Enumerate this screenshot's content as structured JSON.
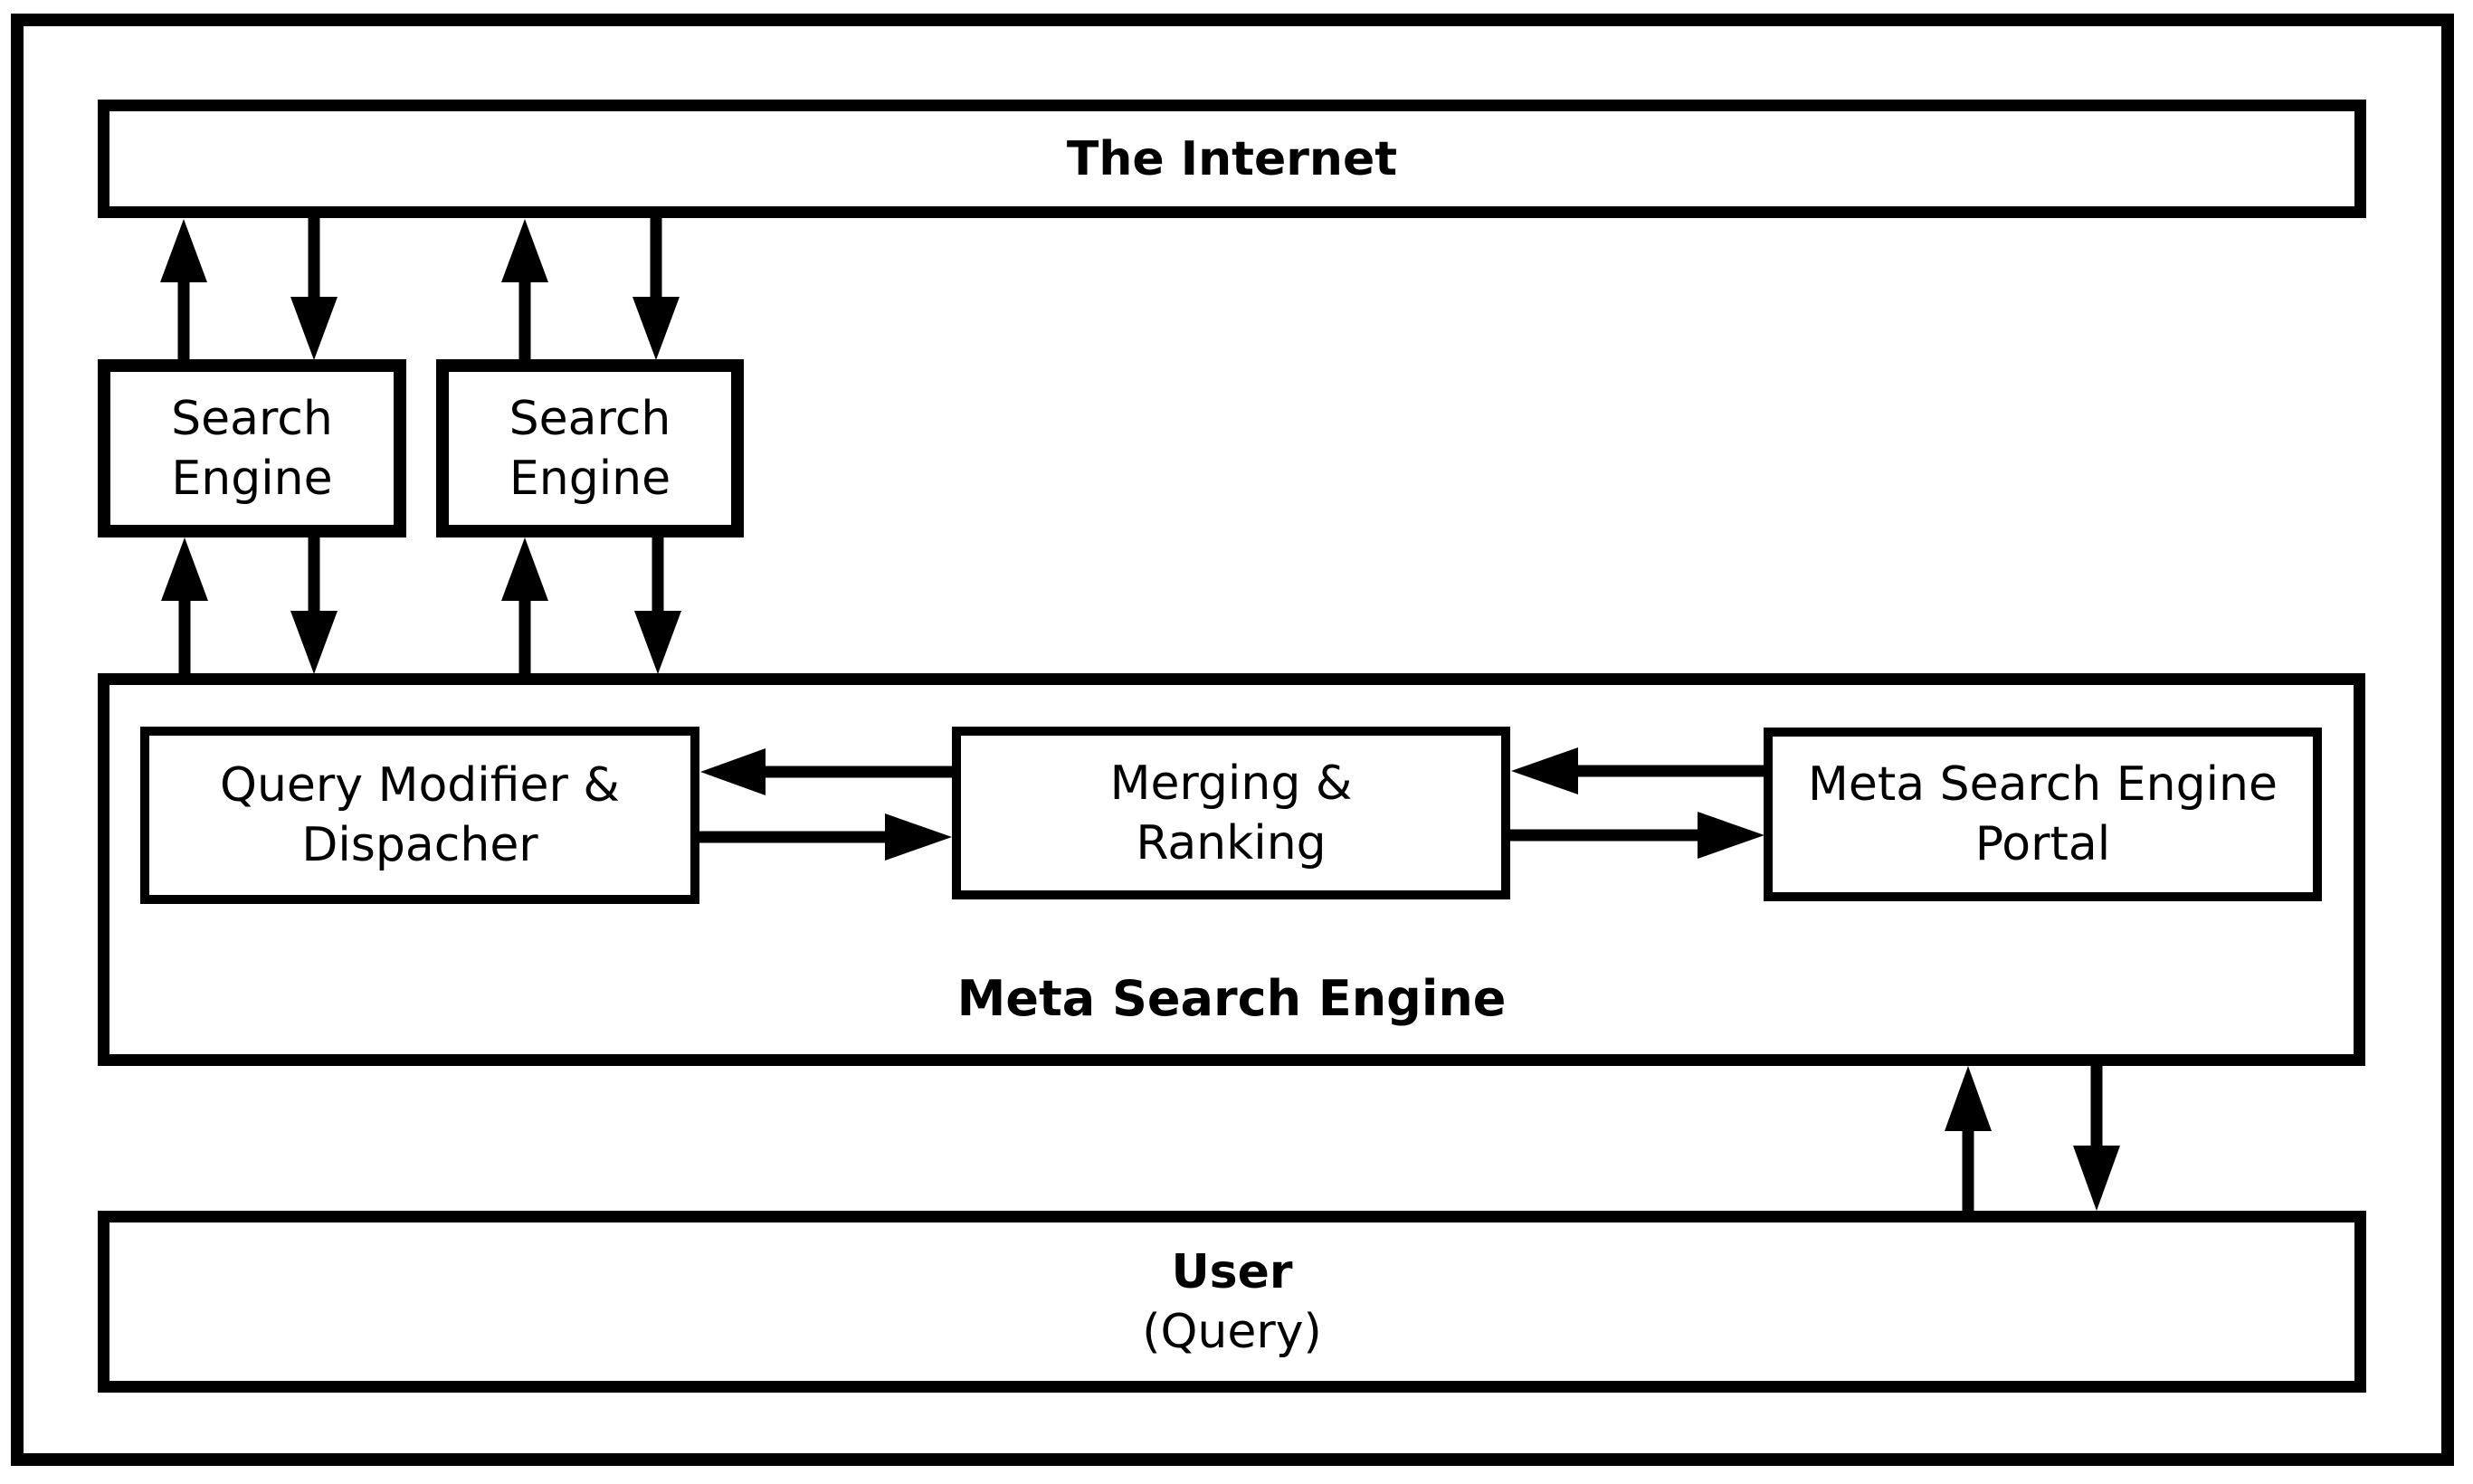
{
  "nodes": {
    "internet": {
      "label": "The Internet"
    },
    "search_engine_left": {
      "line1": "Search",
      "line2": "Engine"
    },
    "search_engine_right": {
      "line1": "Search",
      "line2": "Engine"
    },
    "query_modifier": {
      "line1": "Query Modifier &",
      "line2": "Dispacher"
    },
    "merging_ranking": {
      "line1": "Merging &",
      "line2": "Ranking"
    },
    "portal": {
      "line1": "Meta Search Engine",
      "line2": "Portal"
    },
    "meta_container": {
      "label": "Meta Search Engine"
    },
    "user": {
      "line1": "User",
      "line2": "(Query)"
    }
  },
  "edges": [
    {
      "from": "search-engine-left",
      "to": "internet",
      "style": "arrow-up"
    },
    {
      "from": "internet",
      "to": "search-engine-left",
      "style": "arrow-down"
    },
    {
      "from": "search-engine-right",
      "to": "internet",
      "style": "arrow-up"
    },
    {
      "from": "internet",
      "to": "search-engine-right",
      "style": "arrow-down"
    },
    {
      "from": "meta-search-engine",
      "to": "search-engine-left",
      "style": "arrow-up"
    },
    {
      "from": "search-engine-left",
      "to": "meta-search-engine",
      "style": "arrow-down"
    },
    {
      "from": "meta-search-engine",
      "to": "search-engine-right",
      "style": "arrow-up"
    },
    {
      "from": "search-engine-right",
      "to": "meta-search-engine",
      "style": "arrow-down"
    },
    {
      "from": "merging-ranking",
      "to": "query-modifier",
      "style": "arrow-left"
    },
    {
      "from": "query-modifier",
      "to": "merging-ranking",
      "style": "arrow-right"
    },
    {
      "from": "meta-search-engine-portal",
      "to": "merging-ranking",
      "style": "arrow-left"
    },
    {
      "from": "merging-ranking",
      "to": "meta-search-engine-portal",
      "style": "arrow-right"
    },
    {
      "from": "user",
      "to": "meta-search-engine",
      "style": "arrow-up"
    },
    {
      "from": "meta-search-engine",
      "to": "user",
      "style": "arrow-down"
    }
  ],
  "colors": {
    "stroke": "#000000",
    "background": "#ffffff"
  }
}
